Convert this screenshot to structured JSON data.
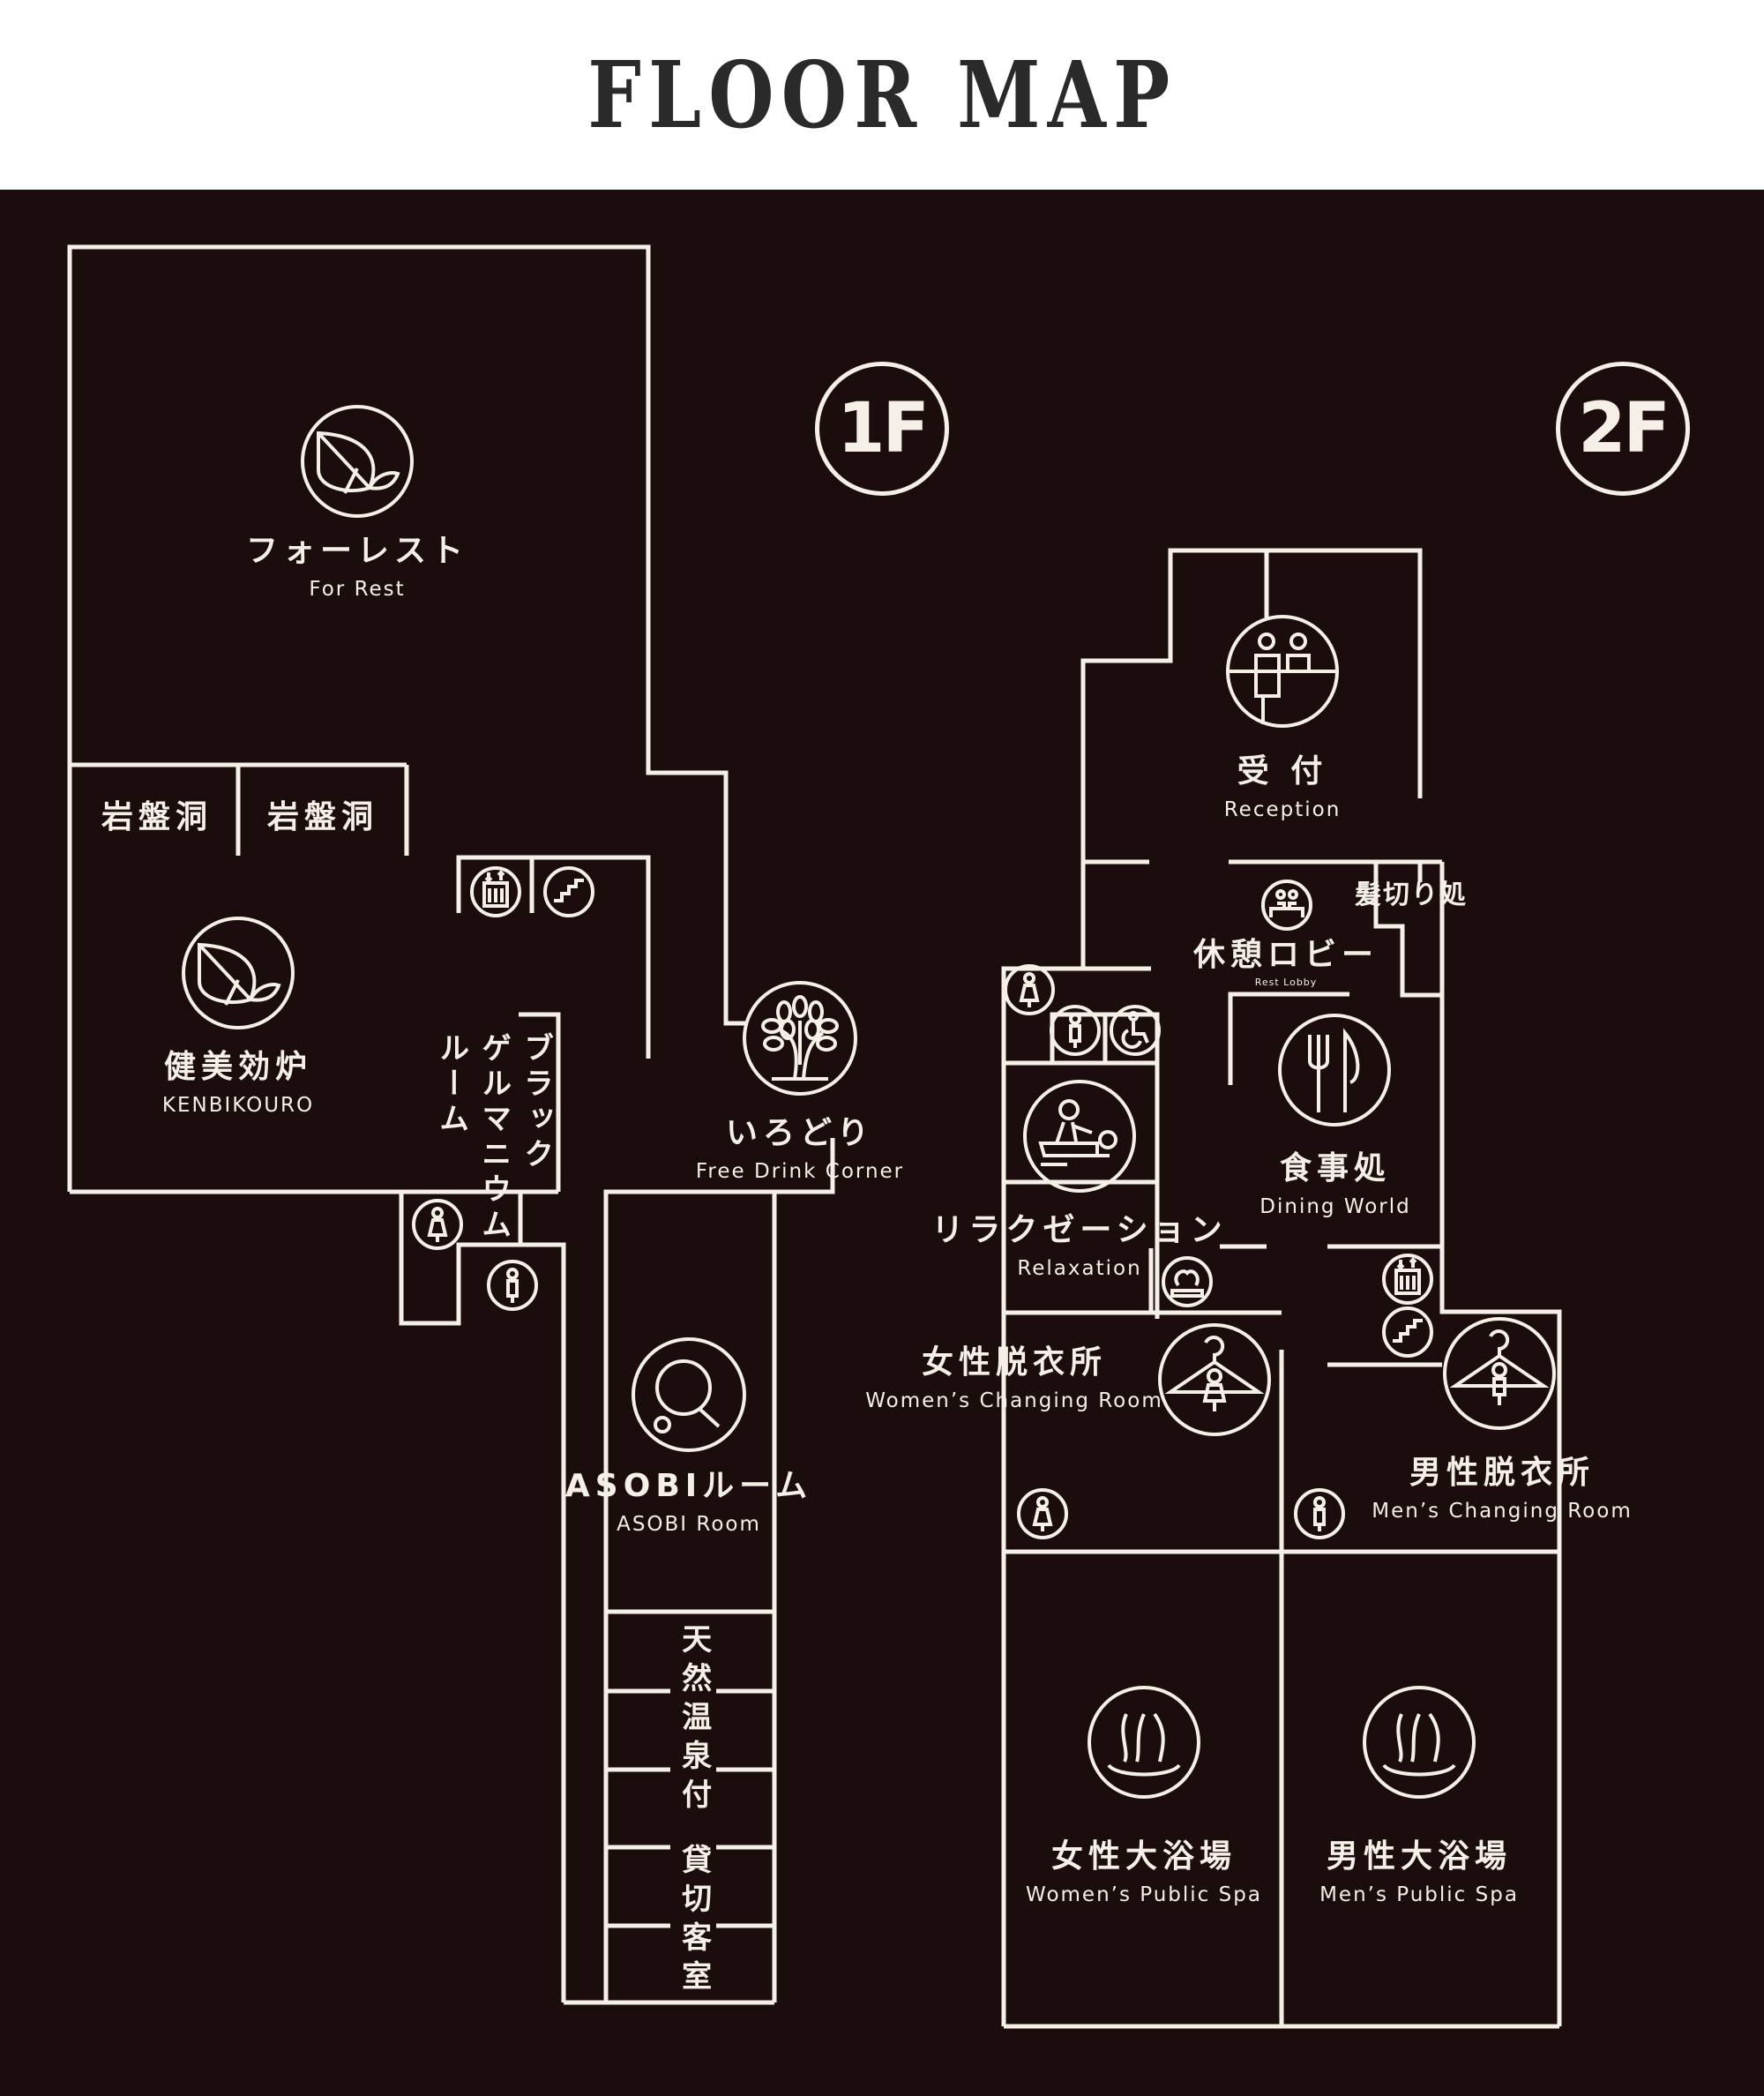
{
  "title": "FLOOR MAP",
  "colors": {
    "background": "#1b0d0c",
    "line": "#f6efe8",
    "header_bg": "#ffffff",
    "title": "#2a2a2a"
  },
  "floors": [
    {
      "id": "1F",
      "label": "1F"
    },
    {
      "id": "2F",
      "label": "2F"
    }
  ],
  "floor1": {
    "forest": {
      "ja": "フォーレスト",
      "en": "For Rest",
      "icon": "leaf-icon"
    },
    "ganbanyoku_1": {
      "ja": "岩盤洞"
    },
    "ganbanyoku_2": {
      "ja": "岩盤洞"
    },
    "kenbikouro": {
      "ja": "健美効炉",
      "en": "KENBIKOURO",
      "icon": "leaf-icon"
    },
    "black_germanium": {
      "line1": "ブラック",
      "line2": "ゲルマニウム",
      "line3": "ルーム"
    },
    "irodori": {
      "ja": "いろどり",
      "en": "Free Drink Corner",
      "icon": "tree-icon"
    },
    "asobi": {
      "ja": "ASOBIルーム",
      "en": "ASOBI Room",
      "icon": "ping-pong-icon"
    },
    "private_rooms": {
      "line1": "天然温泉付",
      "line2": "貸切客室"
    },
    "icons": [
      "elevator-icon",
      "stairs-icon",
      "womens-restroom-icon",
      "mens-restroom-icon"
    ]
  },
  "floor2": {
    "reception": {
      "ja": "受 付",
      "en": "Reception",
      "icon": "reception-icon"
    },
    "barber": {
      "ja": "髪切り処"
    },
    "rest_lobby": {
      "ja": "休憩ロビー",
      "en": "Rest Lobby",
      "icon": "sofa-icon"
    },
    "dining": {
      "ja": "食事処",
      "en": "Dining World",
      "icon": "fork-knife-icon"
    },
    "relaxation": {
      "ja": "リラクゼーション",
      "en": "Relaxation",
      "icon": "massage-icon"
    },
    "womens_changing": {
      "ja": "女性脱衣所",
      "en": "Women’s Changing Room",
      "icon": "hanger-icon"
    },
    "mens_changing": {
      "ja": "男性脱衣所",
      "en": "Men’s Changing Room",
      "icon": "hanger-icon"
    },
    "womens_spa": {
      "ja": "女性大浴場",
      "en": "Women’s Public Spa",
      "icon": "hot-spring-icon"
    },
    "mens_spa": {
      "ja": "男性大浴場",
      "en": "Men’s Public Spa",
      "icon": "hot-spring-icon"
    },
    "icons": [
      "womens-restroom-icon",
      "mens-restroom-icon",
      "wheelchair-icon",
      "smoking-area-icon",
      "elevator-icon",
      "stairs-icon"
    ]
  }
}
